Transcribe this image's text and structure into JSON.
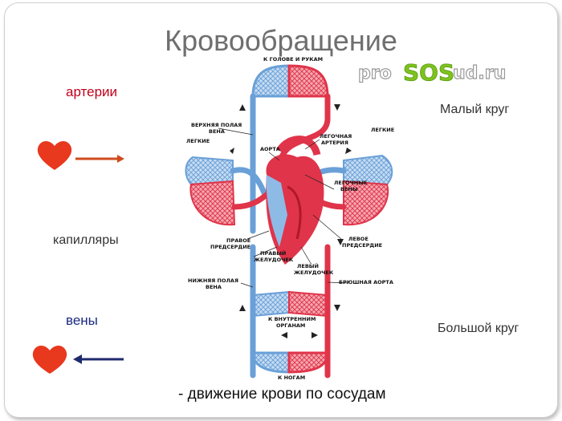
{
  "slide": {
    "title": "Кровообращение",
    "logo": {
      "parts": [
        "pro",
        "SOS",
        "ud.ru"
      ],
      "colors": {
        "main": "#ffffff",
        "accent": "#7dc21e",
        "outline": "#9a9a9a"
      }
    },
    "legend": {
      "arteries": {
        "label": "артерии",
        "color": "#c0001a",
        "arrow_color": "#d04a1e"
      },
      "capillaries": {
        "label": "капилляры",
        "color": "#333333"
      },
      "veins": {
        "label": "вены",
        "color": "#1a2a80",
        "arrow_color": "#1f2a6e"
      },
      "heart_icon": "heart-icon",
      "heart_color": "#e8381e"
    },
    "circles": {
      "small": "Малый круг",
      "large": "Большой круг"
    },
    "caption": "- движение крови по сосудам"
  },
  "diagram": {
    "colors": {
      "artery": "#e0344a",
      "vein": "#6aa0d8",
      "artery_light": "#f4a8b0",
      "vein_light": "#b8d4ee"
    },
    "labels": {
      "head": "К ГОЛОВЕ И РУКАМ",
      "svc": [
        "ВЕРХНЯЯ ПОЛАЯ",
        "ВЕНА"
      ],
      "lungs_left": "ЛЕГКИЕ",
      "lungs_right": "ЛЕГКИЕ",
      "aorta": "АОРТА",
      "pulm_artery": [
        "ЛЕГОЧНАЯ",
        "АРТЕРИЯ"
      ],
      "pulm_veins": [
        "ЛЕГОЧНЫЕ",
        "ВЕНЫ"
      ],
      "right_atrium": [
        "ПРАВОЕ",
        "ПРЕДСЕРДИЕ"
      ],
      "right_ventricle": [
        "ПРАВЫЙ",
        "ЖЕЛУДОЧЕК"
      ],
      "left_ventricle": [
        "ЛЕВЫЙ",
        "ЖЕЛУДОЧЕК"
      ],
      "left_atrium": [
        "ЛЕВОЕ",
        "ПРЕДСЕРДИЕ"
      ],
      "ivc": [
        "НИЖНЯЯ ПОЛАЯ",
        "ВЕНА"
      ],
      "abdominal_aorta": "БРЮШНАЯ АОРТА",
      "organs": [
        "К ВНУТРЕННИМ",
        "ОРГАНАМ"
      ],
      "legs": "К НОГАМ"
    }
  }
}
